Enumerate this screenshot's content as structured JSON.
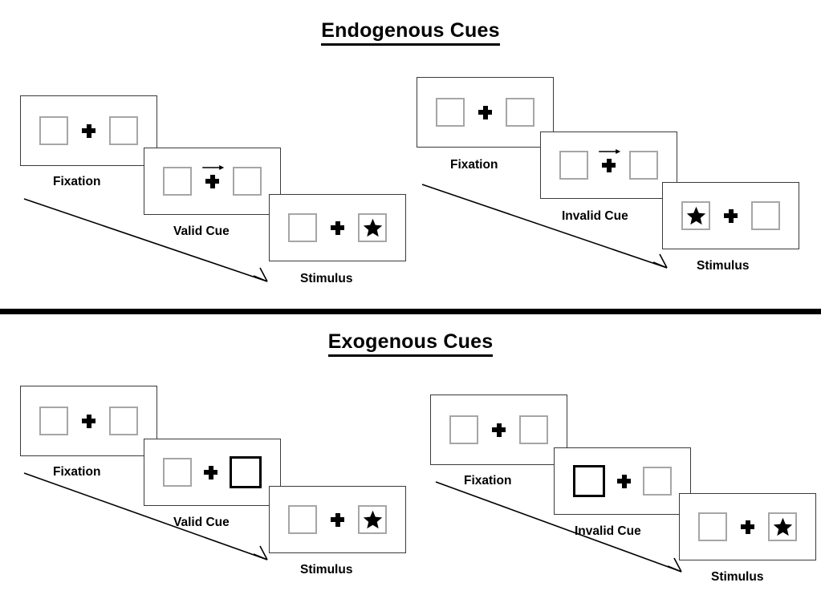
{
  "figure": {
    "sections": [
      {
        "id": "endogenous",
        "title": "Endogenous Cues",
        "cue_type": "arrow",
        "groups": [
          {
            "id": "endogenous-valid",
            "panels": [
              {
                "caption": "Fixation",
                "cue": "none",
                "star": "none"
              },
              {
                "caption": "Valid Cue",
                "cue": "arrow-right",
                "star": "none"
              },
              {
                "caption": "Stimulus",
                "cue": "none",
                "star": "right"
              }
            ]
          },
          {
            "id": "endogenous-invalid",
            "panels": [
              {
                "caption": "Fixation",
                "cue": "none",
                "star": "none"
              },
              {
                "caption": "Invalid Cue",
                "cue": "arrow-right",
                "star": "none"
              },
              {
                "caption": "Stimulus",
                "cue": "none",
                "star": "left"
              }
            ]
          }
        ]
      },
      {
        "id": "exogenous",
        "title": "Exogenous Cues",
        "cue_type": "box-highlight",
        "groups": [
          {
            "id": "exogenous-valid",
            "panels": [
              {
                "caption": "Fixation",
                "cue": "none",
                "star": "none"
              },
              {
                "caption": "Valid Cue",
                "cue": "box-right",
                "star": "none"
              },
              {
                "caption": "Stimulus",
                "cue": "none",
                "star": "right"
              }
            ]
          },
          {
            "id": "exogenous-invalid",
            "panels": [
              {
                "caption": "Fixation",
                "cue": "none",
                "star": "none"
              },
              {
                "caption": "Invalid Cue",
                "cue": "box-left",
                "star": "none"
              },
              {
                "caption": "Stimulus",
                "cue": "none",
                "star": "right"
              }
            ]
          }
        ]
      }
    ],
    "icons": {
      "plus": "plus-fixation-cross-icon",
      "star": "star-target-icon",
      "cue_arrow": "arrow-right-cue-icon",
      "time_arrow": "time-flow-arrow-icon"
    },
    "colors": {
      "ink": "#000000",
      "panel_border": "#3a3a3a",
      "box_border": "#a6a6a6",
      "cued_box_border": "#000000",
      "background": "#ffffff"
    }
  }
}
